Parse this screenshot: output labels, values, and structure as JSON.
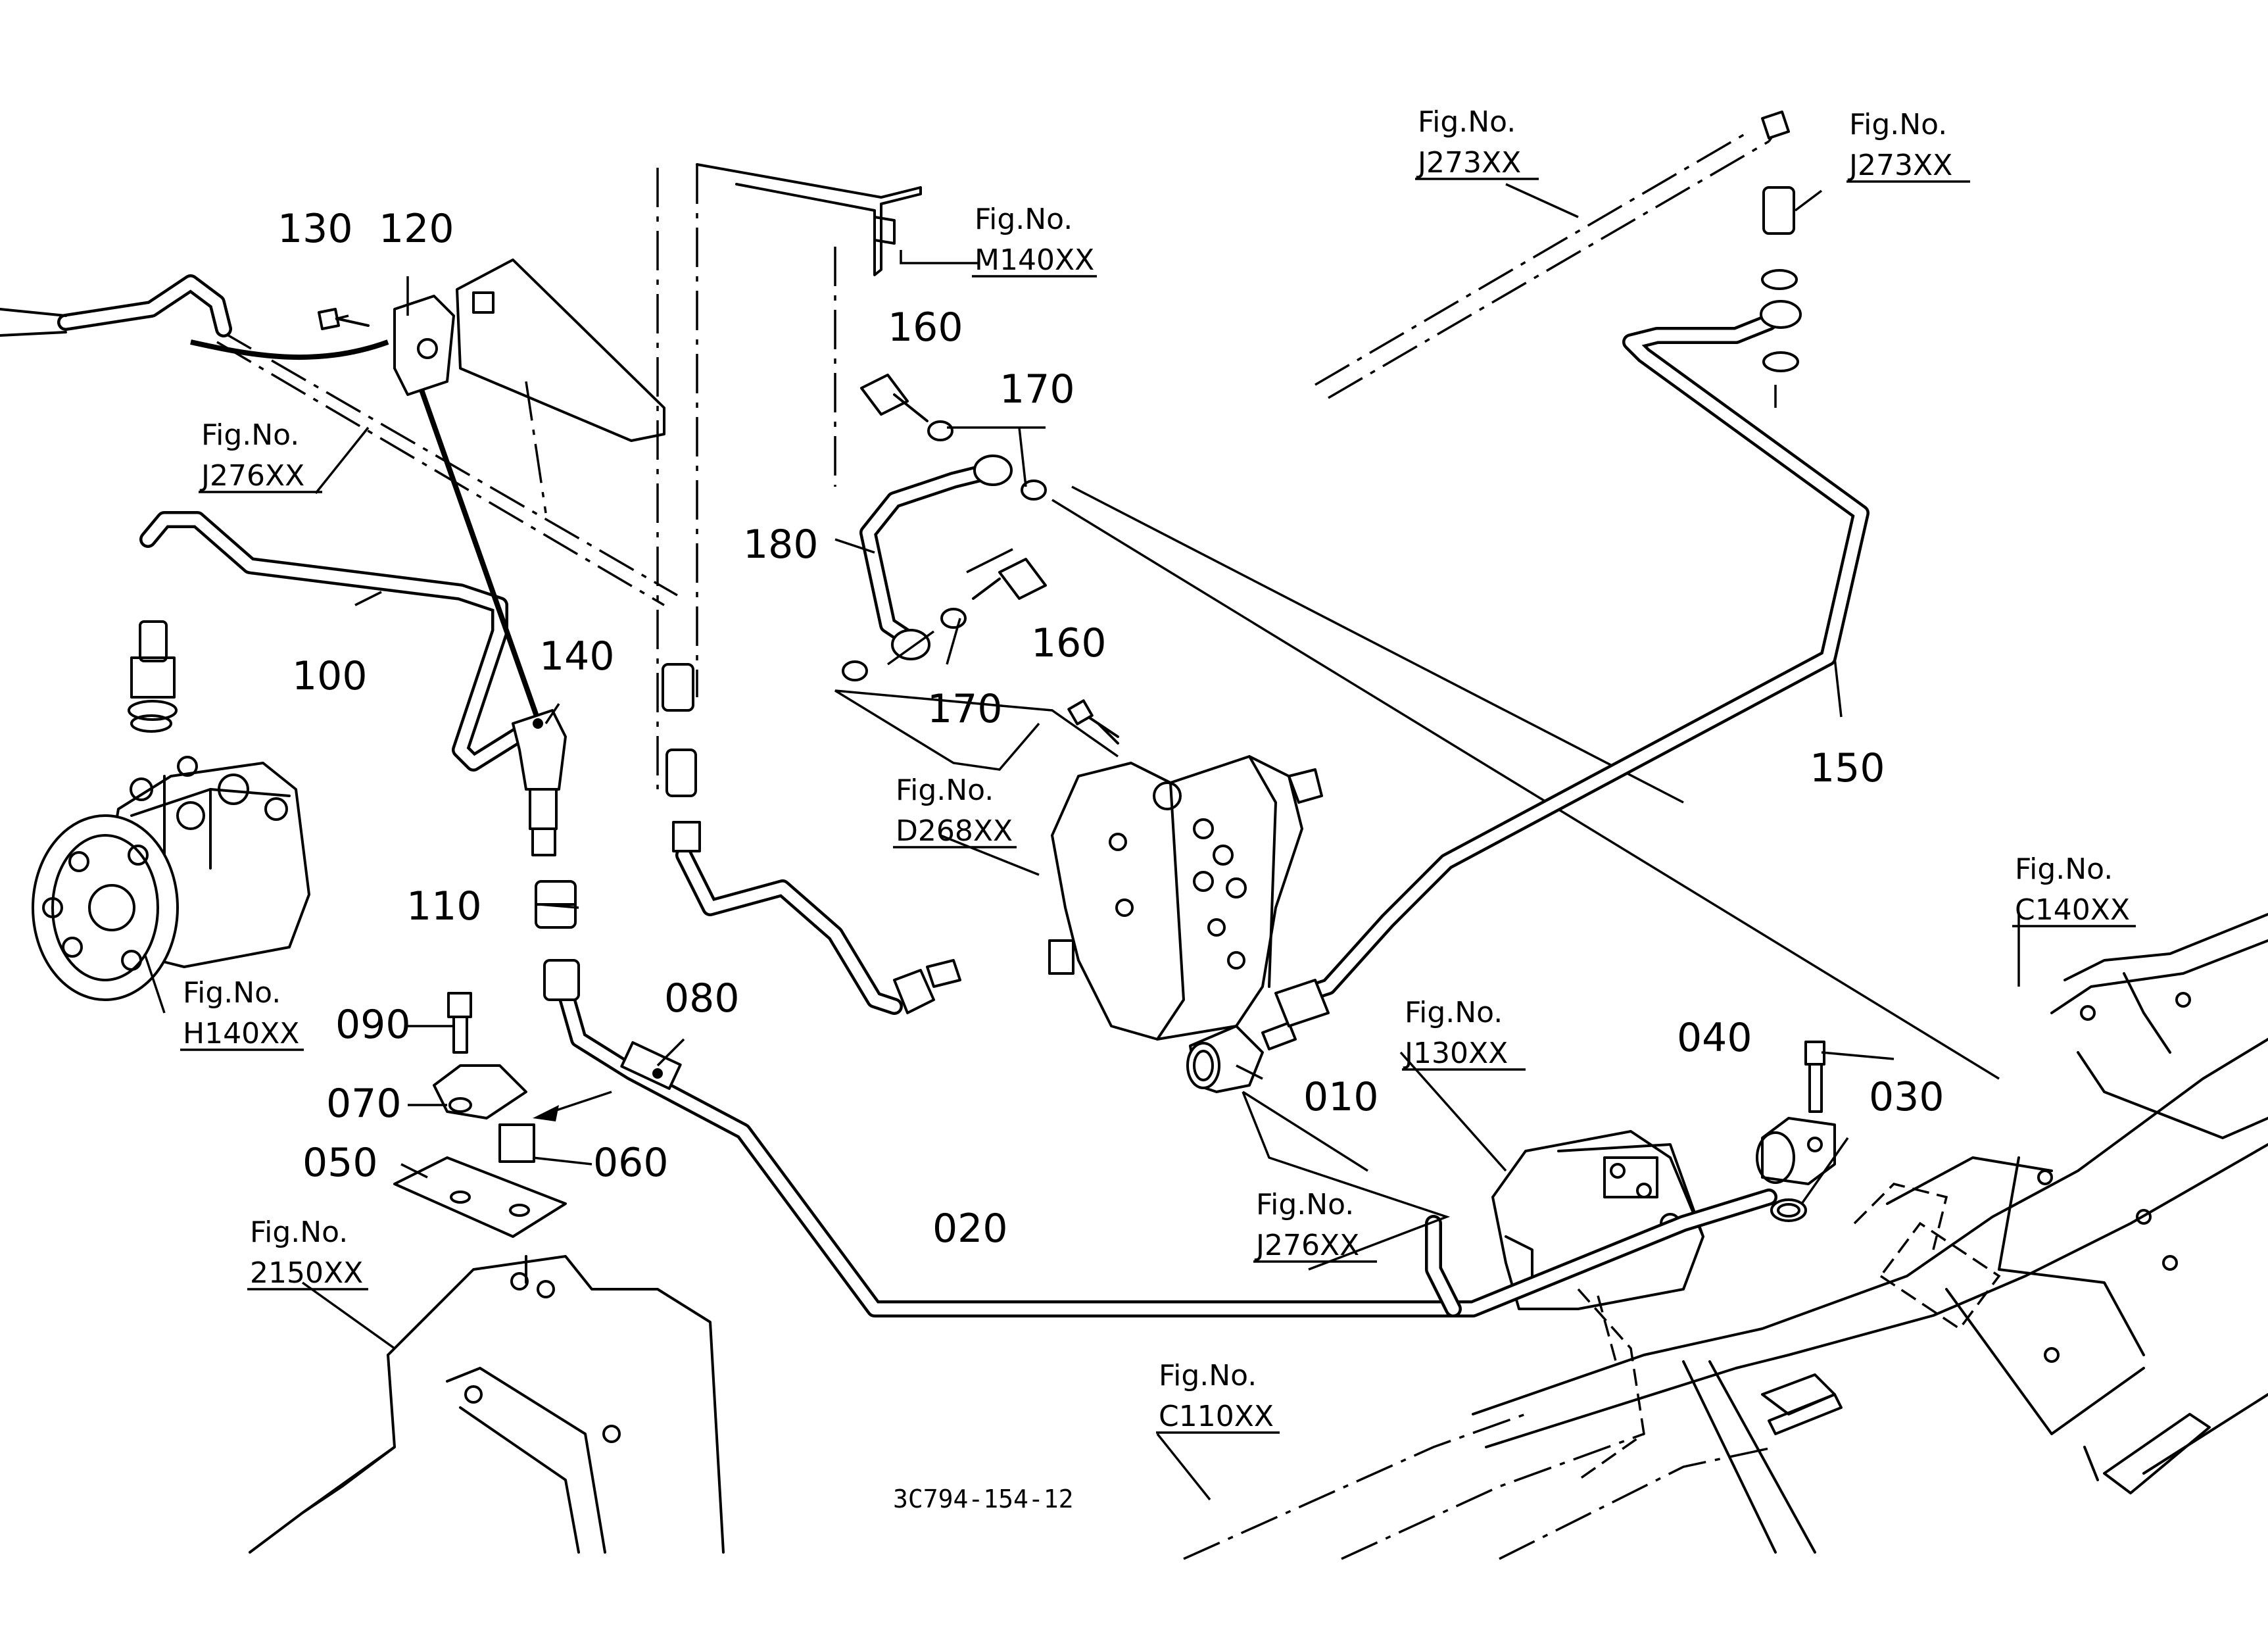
{
  "diagram_code": "3C794-154-12",
  "fig_prefix": "Fig.No.",
  "parts": [
    "010",
    "020",
    "030",
    "040",
    "050",
    "060",
    "070",
    "080",
    "090",
    "100",
    "110",
    "120",
    "130",
    "140",
    "150",
    "160",
    "160",
    "170",
    "170",
    "180"
  ],
  "figure_refs": [
    "M140XX",
    "J276XX",
    "J273XX",
    "J273XX",
    "D268XX",
    "H140XX",
    "J130XX",
    "C140XX",
    "J276XX",
    "2150XX",
    "C110XX"
  ]
}
